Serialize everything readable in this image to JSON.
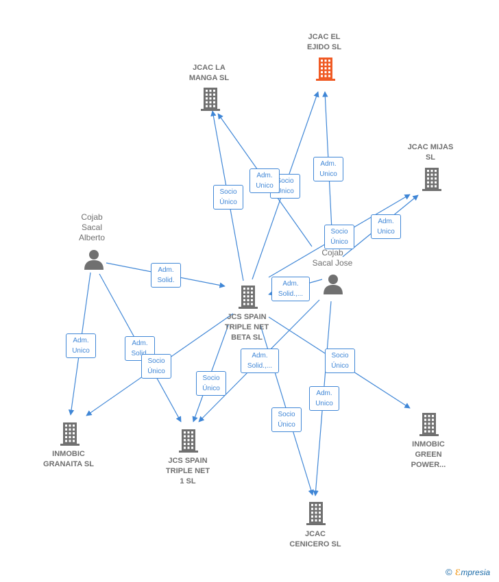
{
  "colors": {
    "edge": "#3f86d6",
    "company": "#707070",
    "highlight": "#f05a24",
    "person": "#707070"
  },
  "nodes": {
    "jcac_el_ejido": {
      "label": "JCAC EL\nEJIDO  SL",
      "type": "company",
      "highlight": true
    },
    "jcac_la_manga": {
      "label": "JCAC LA\nMANGA  SL",
      "type": "company"
    },
    "jcac_mijas": {
      "label": "JCAC MIJAS\nSL",
      "type": "company"
    },
    "cojab_sacal_alberto": {
      "label": "Cojab\nSacal\nAlberto",
      "type": "person"
    },
    "cojab_sacal_jose": {
      "label": "Cojab\nSacal Jose",
      "type": "person"
    },
    "jcs_spain_beta": {
      "label": "JCS SPAIN\nTRIPLE NET\nBETA  SL",
      "type": "company"
    },
    "inmobic_granaita": {
      "label": "INMOBIC\nGRANAITA  SL",
      "type": "company"
    },
    "jcs_spain_1": {
      "label": "JCS SPAIN\nTRIPLE NET\n1  SL",
      "type": "company"
    },
    "inmobic_green": {
      "label": "INMOBIC\nGREEN\nPOWER...",
      "type": "company"
    },
    "jcac_cenicero": {
      "label": "JCAC\nCENICERO  SL",
      "type": "company"
    }
  },
  "edge_labels": {
    "beta_lamanga": "Socio\nÚnico",
    "jose_lamanga": "Adm.\nUnico",
    "beta_elejido": "Socio\nÚnico",
    "jose_elejido": "Adm.\nUnico",
    "beta_mijas": "Socio\nÚnico",
    "jose_mijas": "Adm.\nUnico",
    "alberto_beta": "Adm.\nSolid.",
    "jose_beta": "Adm.\nSolid.,...",
    "alberto_granaita": "Adm.\nUnico",
    "alberto_jcs1": "Adm.\nSolid.",
    "beta_granaita": "Socio\nÚnico",
    "beta_jcs1": "Socio\nÚnico",
    "jose_jcs1": "Adm.\nSolid.,...",
    "beta_green": "Socio\nÚnico",
    "beta_cenicero": "Socio\nÚnico",
    "jose_cenicero": "Adm.\nUnico"
  },
  "brand": {
    "symbol": "©",
    "e": "ℰ",
    "rest": "mpresia"
  }
}
